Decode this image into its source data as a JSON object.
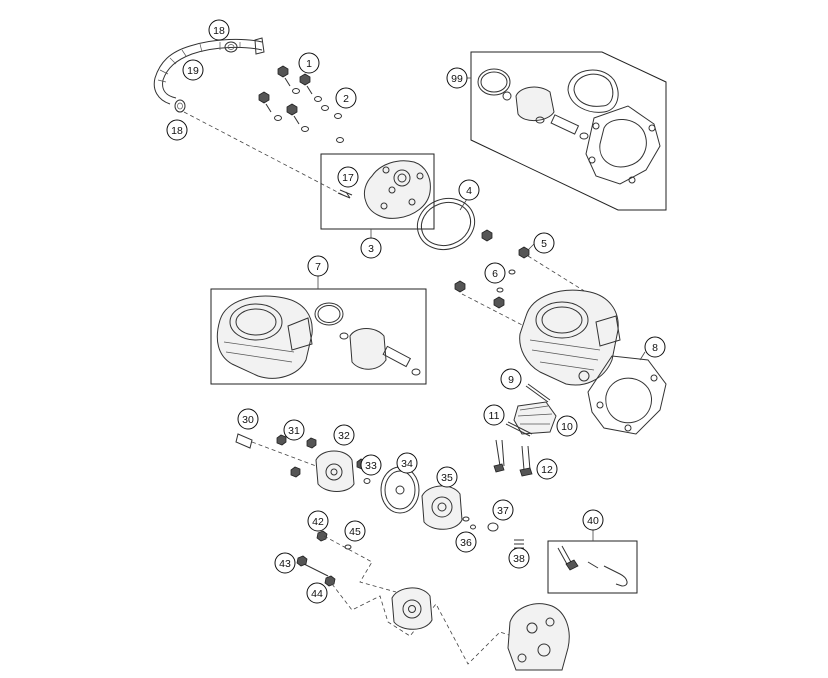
{
  "callouts": [
    {
      "id": "c18a",
      "label": "18"
    },
    {
      "id": "c19",
      "label": "19"
    },
    {
      "id": "c18b",
      "label": "18"
    },
    {
      "id": "c1",
      "label": "1"
    },
    {
      "id": "c2",
      "label": "2"
    },
    {
      "id": "c17",
      "label": "17"
    },
    {
      "id": "c3",
      "label": "3"
    },
    {
      "id": "c4",
      "label": "4"
    },
    {
      "id": "c99",
      "label": "99"
    },
    {
      "id": "c5",
      "label": "5"
    },
    {
      "id": "c6",
      "label": "6"
    },
    {
      "id": "c7",
      "label": "7"
    },
    {
      "id": "c8",
      "label": "8"
    },
    {
      "id": "c9",
      "label": "9"
    },
    {
      "id": "c10",
      "label": "10"
    },
    {
      "id": "c11",
      "label": "11"
    },
    {
      "id": "c12",
      "label": "12"
    },
    {
      "id": "c30",
      "label": "30"
    },
    {
      "id": "c31",
      "label": "31"
    },
    {
      "id": "c32",
      "label": "32"
    },
    {
      "id": "c33",
      "label": "33"
    },
    {
      "id": "c34",
      "label": "34"
    },
    {
      "id": "c35",
      "label": "35"
    },
    {
      "id": "c36",
      "label": "36"
    },
    {
      "id": "c37",
      "label": "37"
    },
    {
      "id": "c38",
      "label": "38"
    },
    {
      "id": "c40",
      "label": "40"
    },
    {
      "id": "c42",
      "label": "42"
    },
    {
      "id": "c43",
      "label": "43"
    },
    {
      "id": "c44",
      "label": "44"
    },
    {
      "id": "c45",
      "label": "45"
    }
  ]
}
